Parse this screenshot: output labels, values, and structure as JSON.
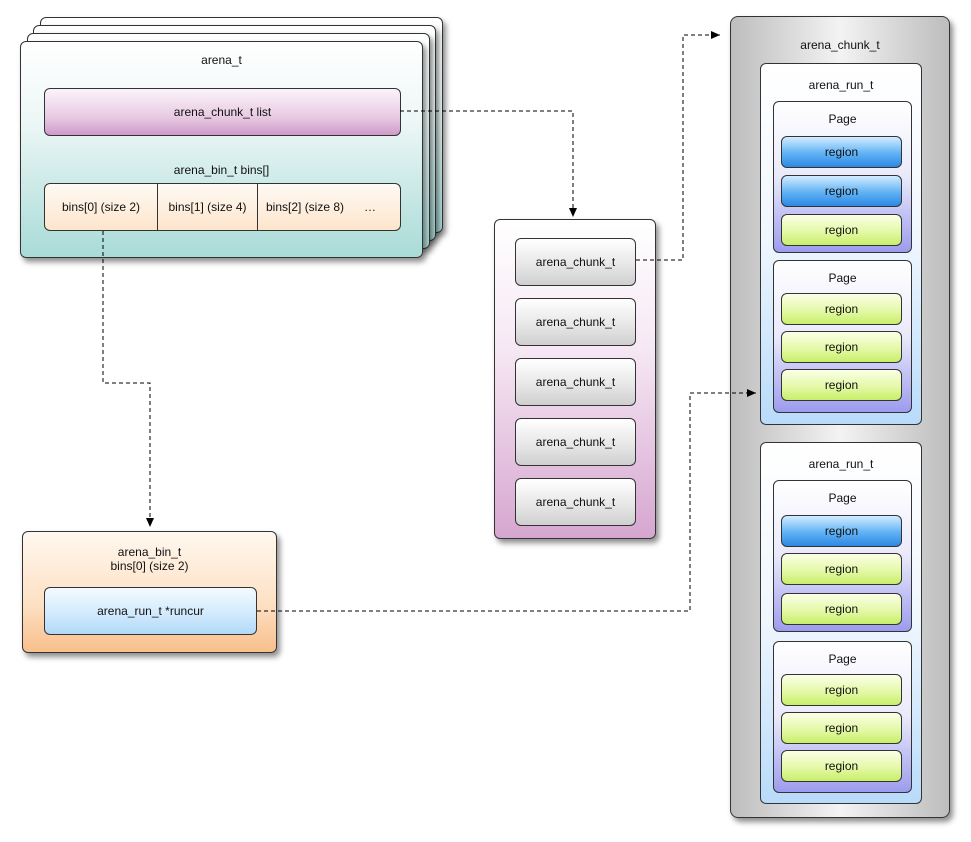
{
  "arena": {
    "title": "arena_t",
    "chunk_list_label": "arena_chunk_t list",
    "bins_label": "arena_bin_t bins[]",
    "bins": [
      "bins[0] (size 2)",
      "bins[1] (size 4)",
      "bins[2] (size 8)",
      "…"
    ]
  },
  "chunk_list": {
    "items": [
      "arena_chunk_t",
      "arena_chunk_t",
      "arena_chunk_t",
      "arena_chunk_t",
      "arena_chunk_t"
    ]
  },
  "chunk": {
    "title": "arena_chunk_t",
    "runs": [
      {
        "title": "arena_run_t",
        "pages": [
          {
            "title": "Page",
            "regions": [
              "region",
              "region",
              "region"
            ]
          },
          {
            "title": "Page",
            "regions": [
              "region",
              "region",
              "region"
            ]
          }
        ]
      },
      {
        "title": "arena_run_t",
        "pages": [
          {
            "title": "Page",
            "regions": [
              "region",
              "region",
              "region"
            ]
          },
          {
            "title": "Page",
            "regions": [
              "region",
              "region",
              "region"
            ]
          }
        ]
      }
    ]
  },
  "bin": {
    "title_line1": "arena_bin_t",
    "title_line2": "bins[0] (size 2)",
    "runcur_label": "arena_run_t *runcur"
  },
  "colors": {
    "region_in_use": "#2e88e2",
    "region_free": "#c7ee6a",
    "arena": "#a9dbd7",
    "chunk_list": "#cf9bc9",
    "bin": "#f8bf8b",
    "run": "#b8dbfa",
    "page": "#9c9cee"
  }
}
